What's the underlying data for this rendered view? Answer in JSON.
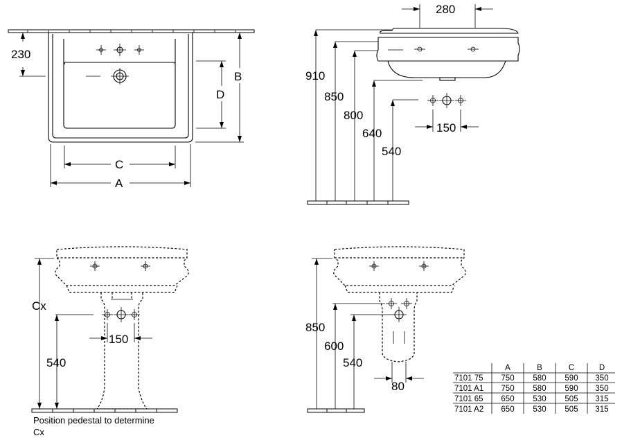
{
  "top_view": {
    "dim_230": "230",
    "label_a": "A",
    "label_b": "B",
    "label_c": "C",
    "label_d": "D"
  },
  "side_view": {
    "dim_280": "280",
    "dim_910": "910",
    "dim_850": "850",
    "dim_800": "800",
    "dim_640": "640",
    "dim_540": "540",
    "dim_150": "150"
  },
  "front_pedestal": {
    "label_cx": "Cx",
    "dim_540": "540",
    "dim_150": "150",
    "note_line1": "Position pedestal to determine",
    "note_line2": "Cx"
  },
  "front_semi_pedestal": {
    "dim_850": "850",
    "dim_600": "600",
    "dim_540": "540",
    "dim_80": "80"
  },
  "dimension_table": {
    "headers": [
      "",
      "A",
      "B",
      "C",
      "D"
    ],
    "rows": [
      [
        "7101 75",
        "750",
        "580",
        "590",
        "350"
      ],
      [
        "7101 A1",
        "750",
        "580",
        "590",
        "350"
      ],
      [
        "7101 65",
        "650",
        "530",
        "505",
        "315"
      ],
      [
        "7101 A2",
        "650",
        "530",
        "505",
        "315"
      ]
    ]
  }
}
